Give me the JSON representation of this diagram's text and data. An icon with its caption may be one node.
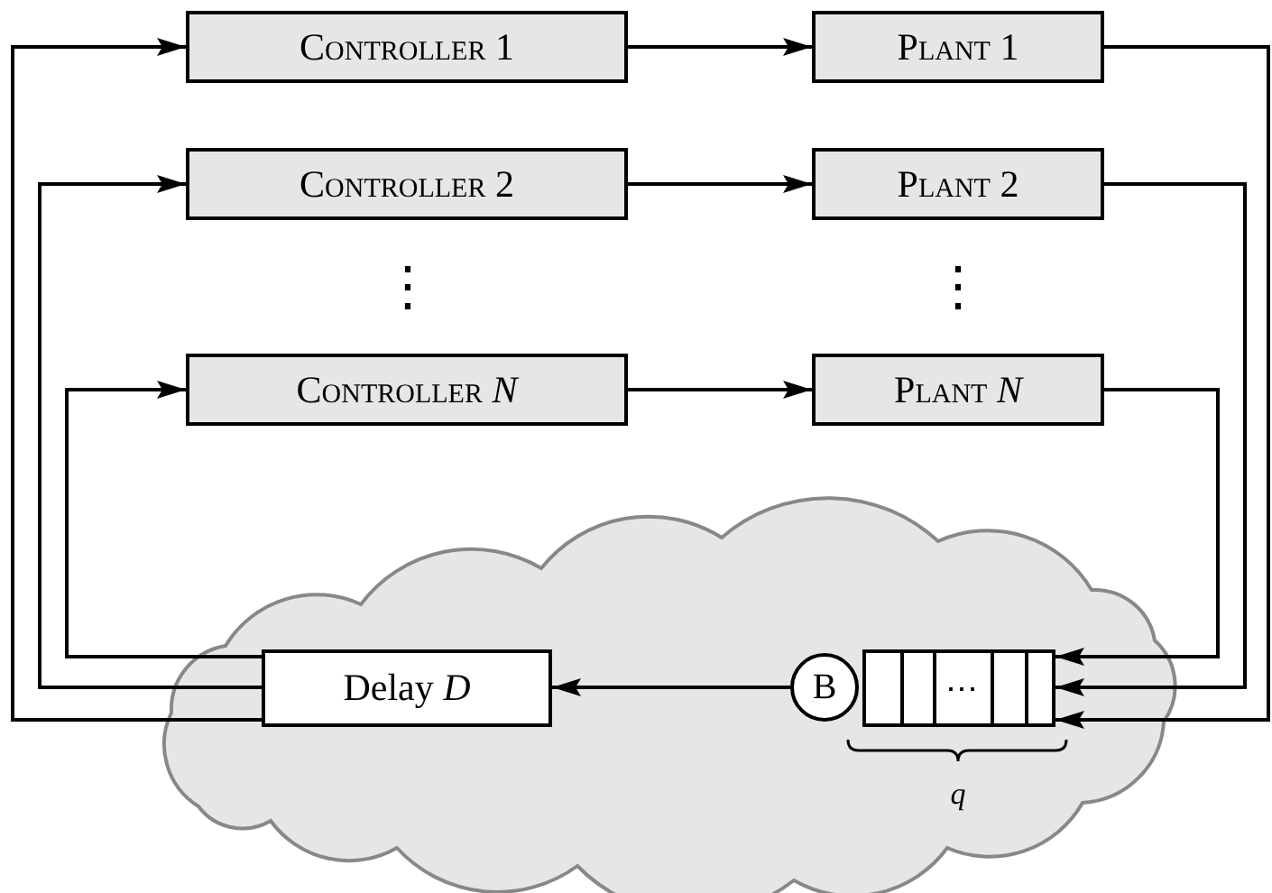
{
  "diagram": {
    "nodes": [
      {
        "text": [
          "Controller 1"
        ]
      },
      {
        "text": [
          "Plant 1"
        ]
      },
      {
        "text": [
          "Controller 2"
        ]
      },
      {
        "text": [
          "Plant 2"
        ]
      },
      {
        "text": [
          "Controller *N*"
        ]
      },
      {
        "text": [
          "Plant *N*"
        ]
      },
      {
        "text": [],
        "shape": "cloud"
      },
      {
        "text": [
          "Delay *D*"
        ],
        "in": 6
      },
      {
        "text": [
          "B"
        ],
        "in": 6
      },
      {
        "text": [
          "⋯"
        ],
        "in": 6
      }
    ],
    "edges": [
      {
        "from": 0,
        "to": 1,
        "arrow": "to"
      },
      {
        "from": 2,
        "to": 3,
        "arrow": "to"
      },
      {
        "from": 4,
        "to": 5,
        "arrow": "to"
      },
      {
        "from": 1,
        "to": 9,
        "arrow": "to"
      },
      {
        "from": 3,
        "to": 9,
        "arrow": "to"
      },
      {
        "from": 5,
        "to": 9,
        "arrow": "to"
      },
      {
        "from": 8,
        "to": 7,
        "arrow": "to"
      },
      {
        "from": 7,
        "to": 4,
        "arrow": "to"
      },
      {
        "from": 7,
        "to": 2,
        "arrow": "to"
      },
      {
        "from": 7,
        "to": 0,
        "arrow": "to"
      }
    ],
    "labels": [
      "⋮",
      "⋮",
      "q"
    ]
  }
}
